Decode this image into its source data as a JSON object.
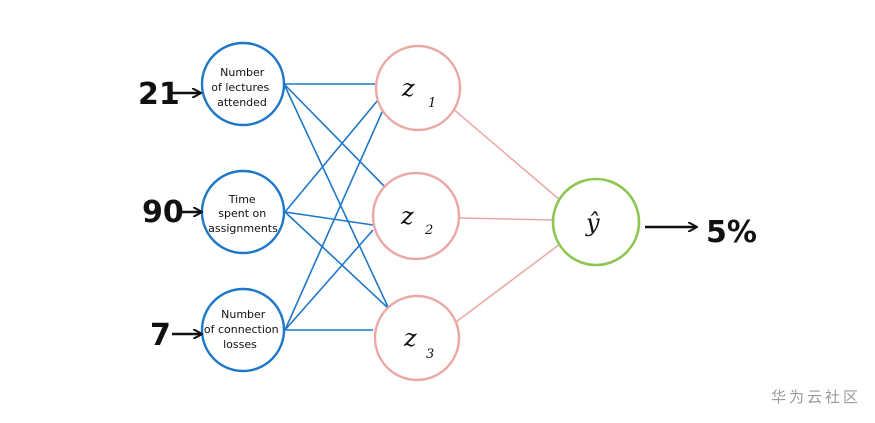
{
  "inputs": [
    {
      "value": "21",
      "label_lines": [
        "Number",
        "of lectures",
        "attended"
      ]
    },
    {
      "value": "90",
      "label_lines": [
        "Time",
        "spent on",
        "assignments"
      ]
    },
    {
      "value": "7",
      "label_lines": [
        "Number",
        "of connection",
        "losses"
      ]
    }
  ],
  "hidden": [
    {
      "symbol": "z",
      "subscript": "1"
    },
    {
      "symbol": "z",
      "subscript": "2"
    },
    {
      "symbol": "z",
      "subscript": "3"
    }
  ],
  "output": {
    "symbol": "ŷ",
    "result": "5%"
  },
  "watermark": "华为云社区",
  "colors": {
    "input_stroke": "#1e78c8",
    "hidden_stroke": "#eaa8a4",
    "output_stroke": "#8cc850",
    "ink": "#111111"
  }
}
